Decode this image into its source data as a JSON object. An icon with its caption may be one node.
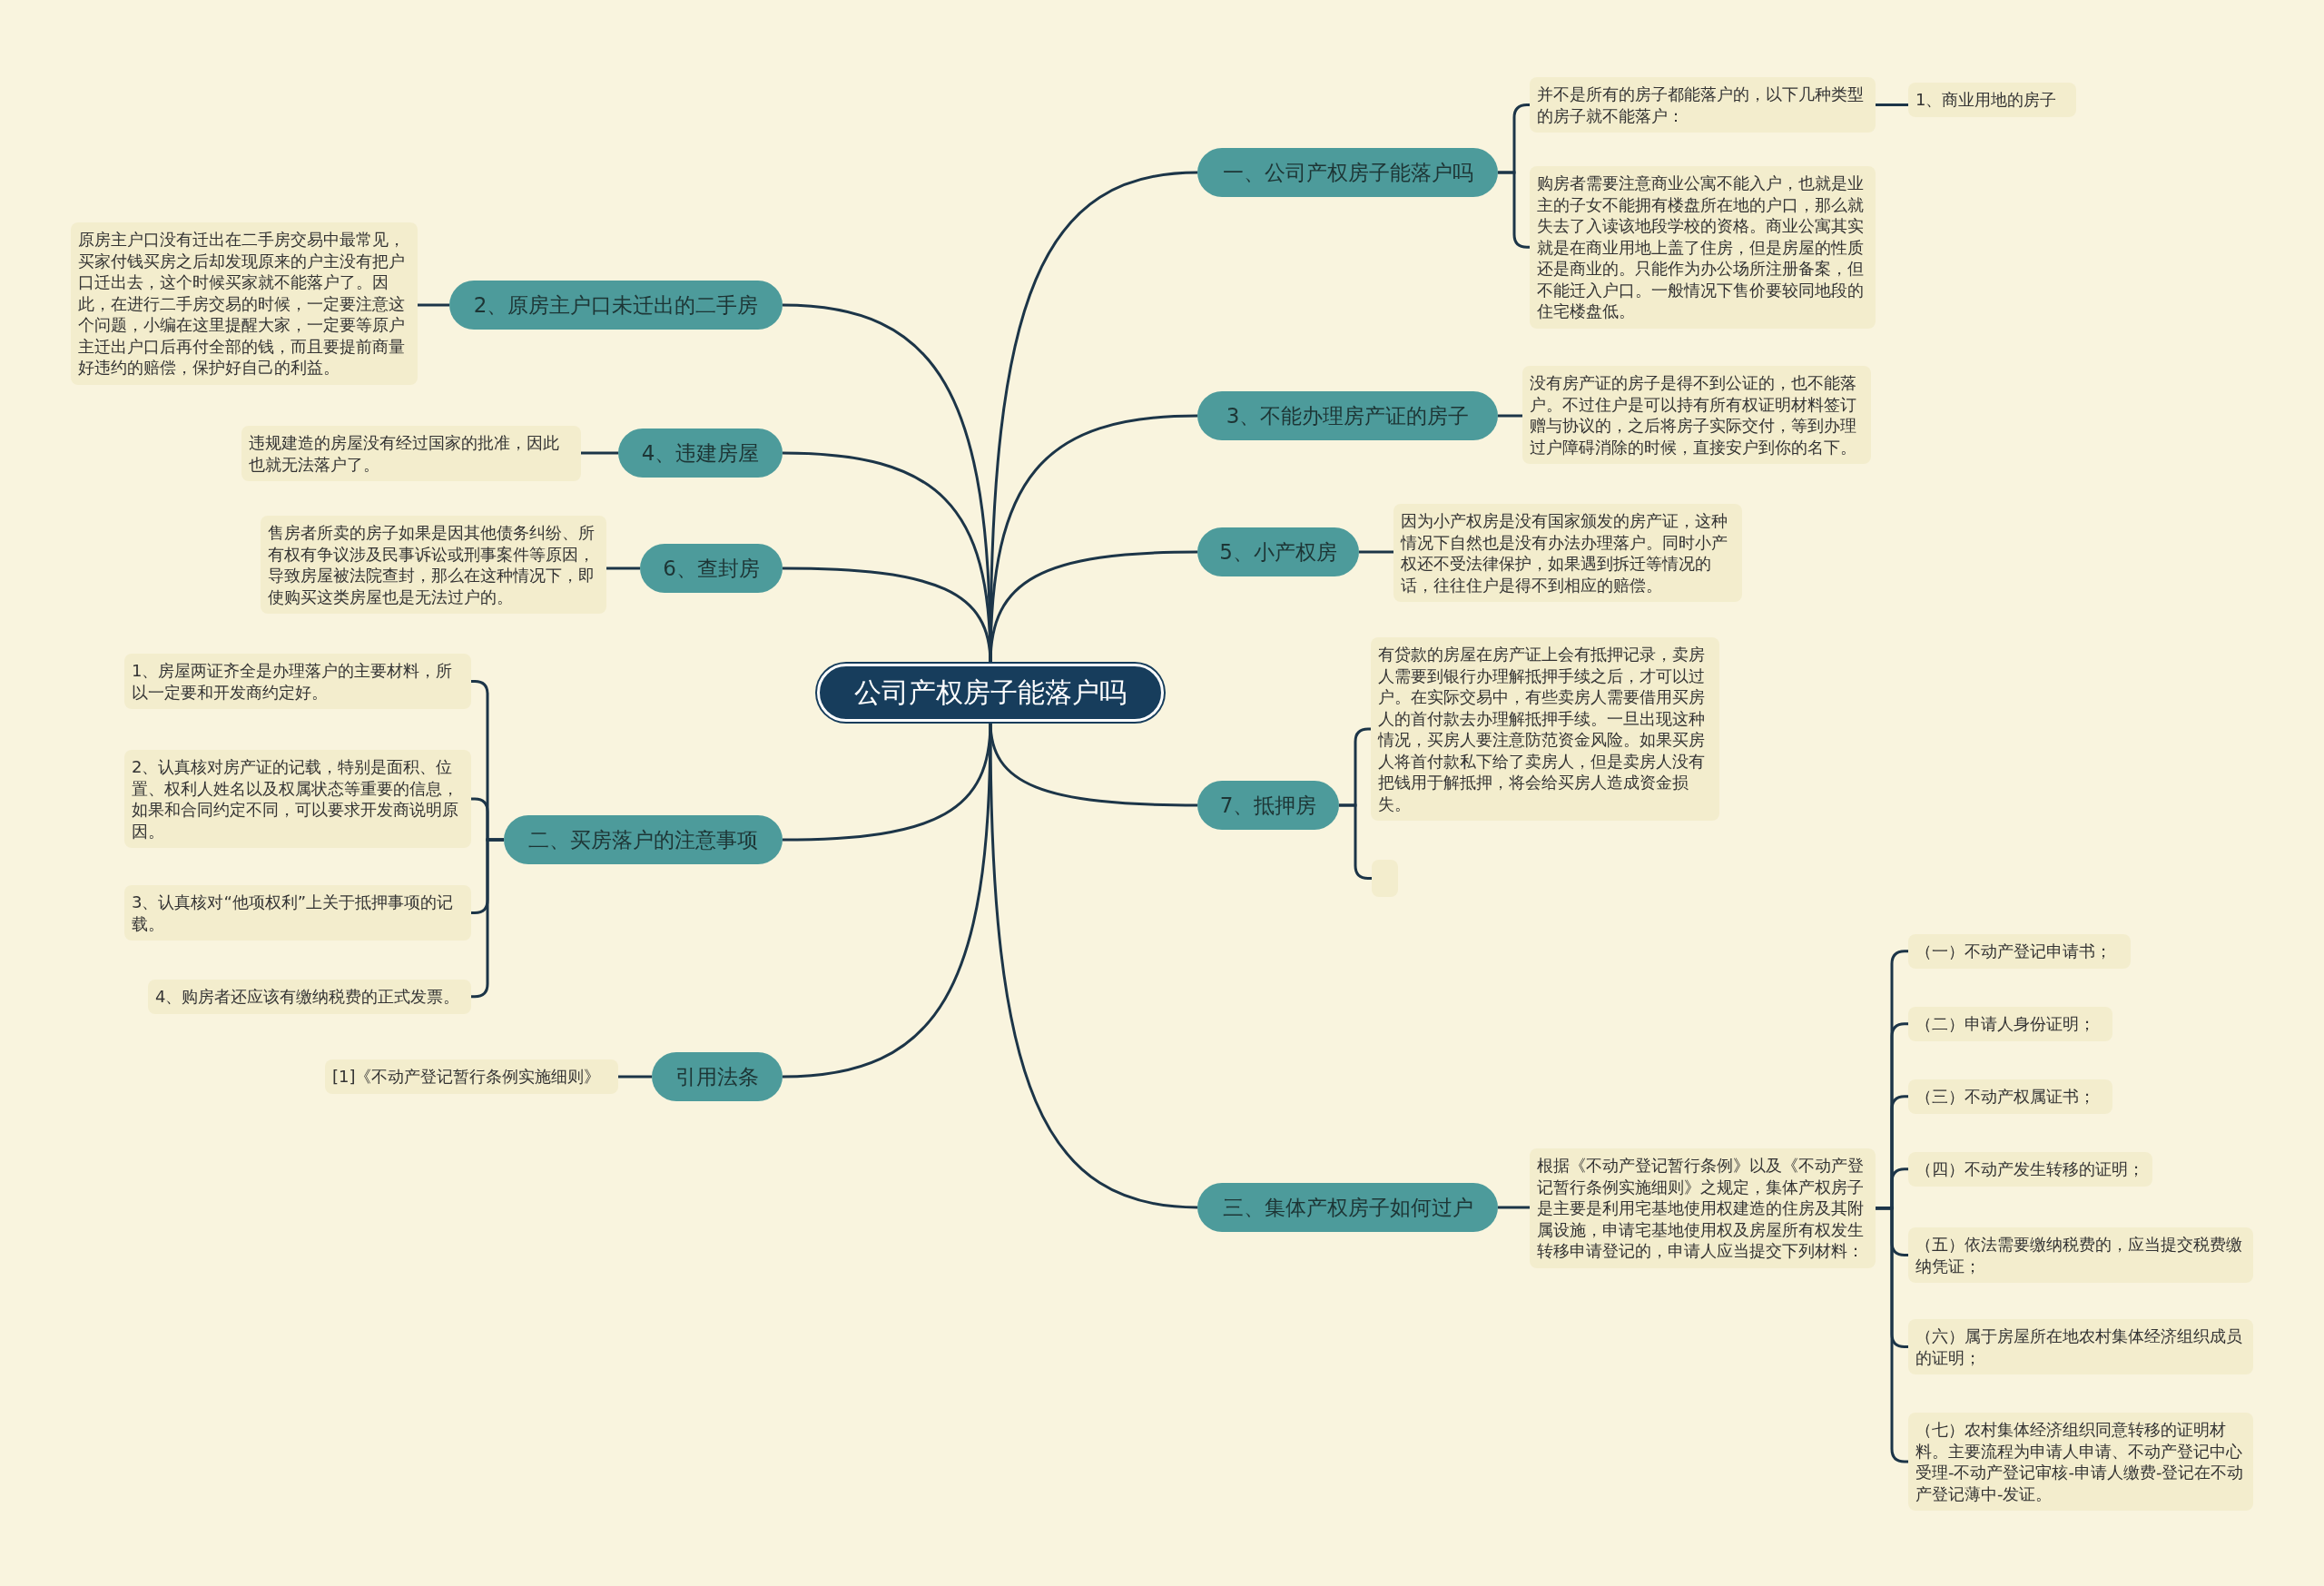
{
  "diagram": {
    "nodes": [
      {
        "text": [
          "公司产权房子能落户吗"
        ]
      },
      {
        "text": [
          "一、公司产权房子能落户吗"
        ]
      },
      {
        "text": [
          "并不是所有的房子都能落户的，以下几种类型的房子就不能落户："
        ]
      },
      {
        "text": [
          "1、商业用地的房子"
        ]
      },
      {
        "text": [
          "购房者需要注意商业公寓不能入户，也就是业主的子女不能拥有楼盘所在地的户口，那么就失去了入读该地段学校的资格。商业公寓其实就是在商业用地上盖了住房，但是房屋的性质还是商业的。只能作为办公场所注册备案，但不能迁入户口。一般情况下售价要较同地段的住宅楼盘低。"
        ]
      },
      {
        "text": [
          "3、不能办理房产证的房子"
        ]
      },
      {
        "text": [
          "没有房产证的房子是得不到公证的，也不能落户。不过住户是可以持有所有权证明材料签订赠与协议的，之后将房子实际交付，等到办理过户障碍消除的时候，直接安户到你的名下。"
        ]
      },
      {
        "text": [
          "5、小产权房"
        ]
      },
      {
        "text": [
          "因为小产权房是没有国家颁发的房产证，这种情况下自然也是没有办法办理落户。同时小产权还不受法律保护，如果遇到拆迁等情况的话，往往住户是得不到相应的赔偿。"
        ]
      },
      {
        "text": [
          "7、抵押房"
        ]
      },
      {
        "text": [
          "有贷款的房屋在房产证上会有抵押记录，卖房人需要到银行办理解抵押手续之后，才可以过户。在实际交易中，有些卖房人需要借用买房人的首付款去办理解抵押手续。一旦出现这种情况，买房人要注意防范资金风险。如果买房人将首付款私下给了卖房人，但是卖房人没有把钱用于解抵押，将会给买房人造成资金损失。"
        ]
      },
      {
        "text": [],
        "shape": "box"
      },
      {
        "text": [
          "三、集体产权房子如何过户"
        ]
      },
      {
        "text": [
          "根据《不动产登记暂行条例》以及《不动产登记暂行条例实施细则》之规定，集体产权房子是主要是利用宅基地使用权建造的住房及其附属设施，申请宅基地使用权及房屋所有权发生转移申请登记的，申请人应当提交下列材料："
        ]
      },
      {
        "text": [
          "（一）不动产登记申请书；"
        ]
      },
      {
        "text": [
          "（二）申请人身份证明；"
        ]
      },
      {
        "text": [
          "（三）不动产权属证书；"
        ]
      },
      {
        "text": [
          "（四）不动产发生转移的证明；"
        ]
      },
      {
        "text": [
          "（五）依法需要缴纳税费的，应当提交税费缴纳凭证；"
        ]
      },
      {
        "text": [
          "（六）属于房屋所在地农村集体经济组织成员的证明；"
        ]
      },
      {
        "text": [
          "（七）农村集体经济组织同意转移的证明材料。主要流程为申请人申请、不动产登记中心受理-不动产登记审核-申请人缴费-登记在不动产登记薄中-发证。"
        ]
      },
      {
        "text": [
          "2、原房主户口未迁出的二手房"
        ]
      },
      {
        "text": [
          "原房主户口没有迁出在二手房交易中最常见，买家付钱买房之后却发现原来的户主没有把户口迁出去，这个时候买家就不能落户了。因此，在进行二手房交易的时候，一定要注意这个问题，小编在这里提醒大家，一定要等原户主迁出户口后再付全部的钱，而且要提前商量好违约的赔偿，保护好自己的利益。"
        ]
      },
      {
        "text": [
          "4、违建房屋"
        ]
      },
      {
        "text": [
          "违规建造的房屋没有经过国家的批准，因此也就无法落户了。"
        ]
      },
      {
        "text": [
          "6、查封房"
        ]
      },
      {
        "text": [
          "售房者所卖的房子如果是因其他债务纠纷、所有权有争议涉及民事诉讼或刑事案件等原因，导致房屋被法院查封，那么在这种情况下，即使购买这类房屋也是无法过户的。"
        ]
      },
      {
        "text": [
          "二、买房落户的注意事项"
        ]
      },
      {
        "text": [
          "1、房屋两证齐全是办理落户的主要材料，所以一定要和开发商约定好。"
        ]
      },
      {
        "text": [
          "2、认真核对房产证的记载，特别是面积、位置、权利人姓名以及权属状态等重要的信息，如果和合同约定不同，可以要求开发商说明原因。"
        ]
      },
      {
        "text": [
          "3、认真核对“他项权利”上关于抵押事项的记载。"
        ]
      },
      {
        "text": [
          "4、购房者还应该有缴纳税费的正式发票。"
        ]
      },
      {
        "text": [
          "引用法条"
        ]
      },
      {
        "text": [
          "[1]《不动产登记暂行条例实施细则》"
        ]
      }
    ],
    "edges": [
      {
        "from": 0,
        "to": 1,
        "arrow": "none"
      },
      {
        "from": 1,
        "to": 2,
        "arrow": "none"
      },
      {
        "from": 2,
        "to": 3,
        "arrow": "none"
      },
      {
        "from": 1,
        "to": 4,
        "arrow": "none"
      },
      {
        "from": 0,
        "to": 5,
        "arrow": "none"
      },
      {
        "from": 5,
        "to": 6,
        "arrow": "none"
      },
      {
        "from": 0,
        "to": 7,
        "arrow": "none"
      },
      {
        "from": 7,
        "to": 8,
        "arrow": "none"
      },
      {
        "from": 0,
        "to": 9,
        "arrow": "none"
      },
      {
        "from": 9,
        "to": 10,
        "arrow": "none"
      },
      {
        "from": 9,
        "to": 11,
        "arrow": "none"
      },
      {
        "from": 0,
        "to": 12,
        "arrow": "none"
      },
      {
        "from": 12,
        "to": 13,
        "arrow": "none"
      },
      {
        "from": 13,
        "to": 14,
        "arrow": "none"
      },
      {
        "from": 13,
        "to": 15,
        "arrow": "none"
      },
      {
        "from": 13,
        "to": 16,
        "arrow": "none"
      },
      {
        "from": 13,
        "to": 17,
        "arrow": "none"
      },
      {
        "from": 13,
        "to": 18,
        "arrow": "none"
      },
      {
        "from": 13,
        "to": 19,
        "arrow": "none"
      },
      {
        "from": 13,
        "to": 20,
        "arrow": "none"
      },
      {
        "from": 0,
        "to": 21,
        "arrow": "none"
      },
      {
        "from": 21,
        "to": 22,
        "arrow": "none"
      },
      {
        "from": 0,
        "to": 23,
        "arrow": "none"
      },
      {
        "from": 23,
        "to": 24,
        "arrow": "none"
      },
      {
        "from": 0,
        "to": 25,
        "arrow": "none"
      },
      {
        "from": 25,
        "to": 26,
        "arrow": "none"
      },
      {
        "from": 0,
        "to": 27,
        "arrow": "none"
      },
      {
        "from": 27,
        "to": 28,
        "arrow": "none"
      },
      {
        "from": 27,
        "to": 29,
        "arrow": "none"
      },
      {
        "from": 27,
        "to": 30,
        "arrow": "none"
      },
      {
        "from": 27,
        "to": 31,
        "arrow": "none"
      },
      {
        "from": 0,
        "to": 32,
        "arrow": "none"
      },
      {
        "from": 32,
        "to": 33,
        "arrow": "none"
      }
    ]
  }
}
